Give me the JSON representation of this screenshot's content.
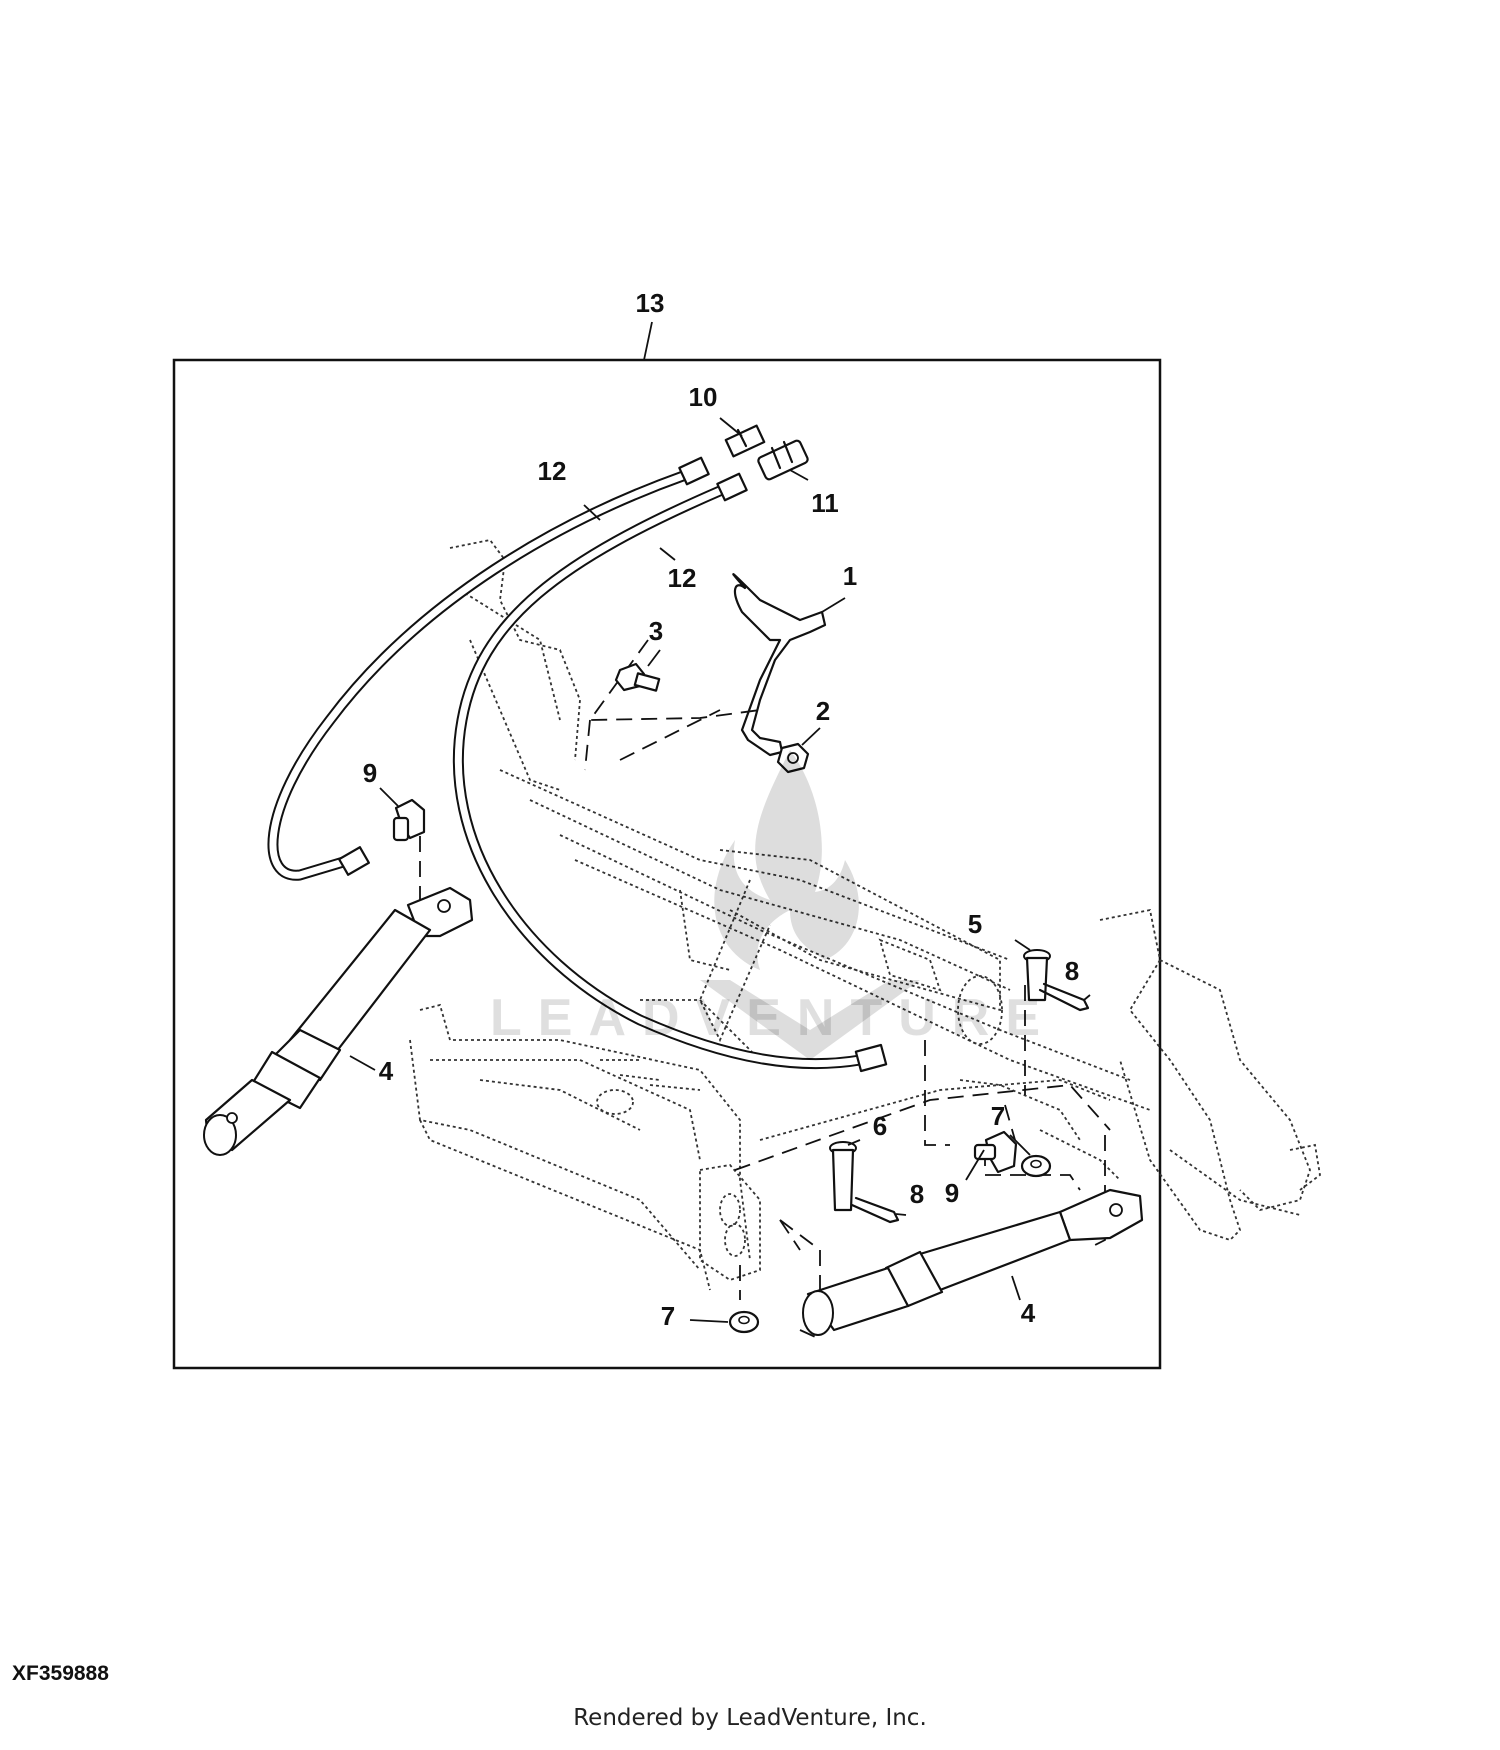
{
  "diagram": {
    "assembly_label": "13",
    "callouts": {
      "c1": "1",
      "c2": "2",
      "c3": "3",
      "c4a": "4",
      "c4b": "4",
      "c5": "5",
      "c6": "6",
      "c7a": "7",
      "c7b": "7",
      "c8a": "8",
      "c8b": "8",
      "c9a": "9",
      "c9b": "9",
      "c10": "10",
      "c11": "11",
      "c12a": "12",
      "c12b": "12"
    }
  },
  "watermark": {
    "text": "LEADVENTURE"
  },
  "footer": {
    "figure_id": "XF359888",
    "credit": "Rendered by LeadVenture, Inc."
  }
}
